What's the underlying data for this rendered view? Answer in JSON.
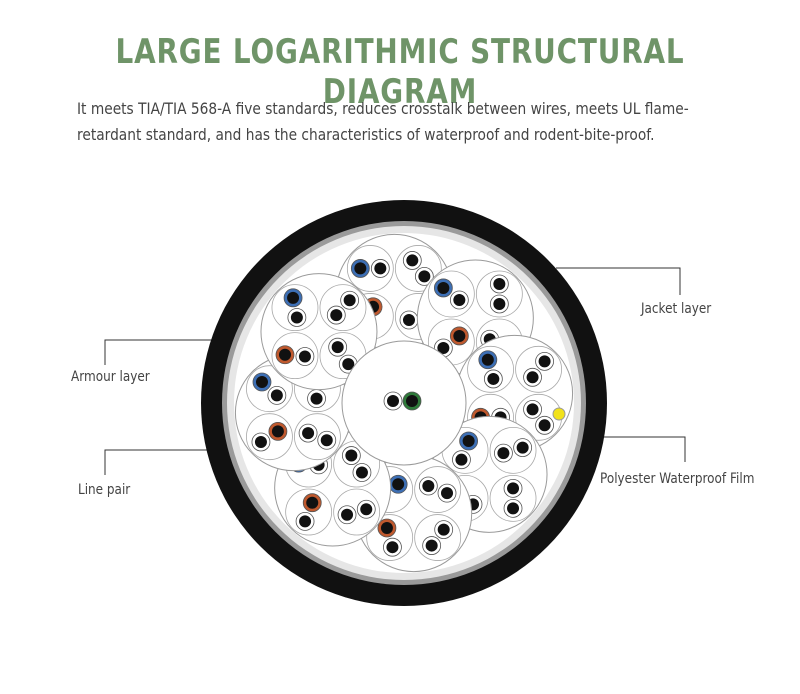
{
  "header": {
    "title": "LARGE LOGARITHMIC STRUCTURAL DIAGRAM",
    "description_line1": "It meets TIA/TIA 568-A five standards, reduces crosstalk between wires, meets UL flame-",
    "description_line2": "retardant standard, and has the characteristics of waterproof and rodent-bite-proof."
  },
  "labels": {
    "jacket": "Jacket layer",
    "armour": "Armour layer",
    "line_pair": "Line pair",
    "film": "Polyester Waterproof Film"
  },
  "colors": {
    "title": "#6f9468",
    "jacket": "#111111",
    "armour": "#9a9a9a",
    "film": "#e6e6e6",
    "core_black": "#111111",
    "blue": "#3d6fb5",
    "orange": "#c0592e",
    "green": "#2f7a3a",
    "ripcord_yellow": "#f2e21a"
  },
  "diagram": {
    "bundle_count": 8,
    "pairs_per_bundle": 4,
    "center_pair_colors": [
      "plain",
      "green"
    ],
    "bundle_pair_colors": [
      "blue",
      "plain",
      "orange",
      "plain"
    ]
  }
}
